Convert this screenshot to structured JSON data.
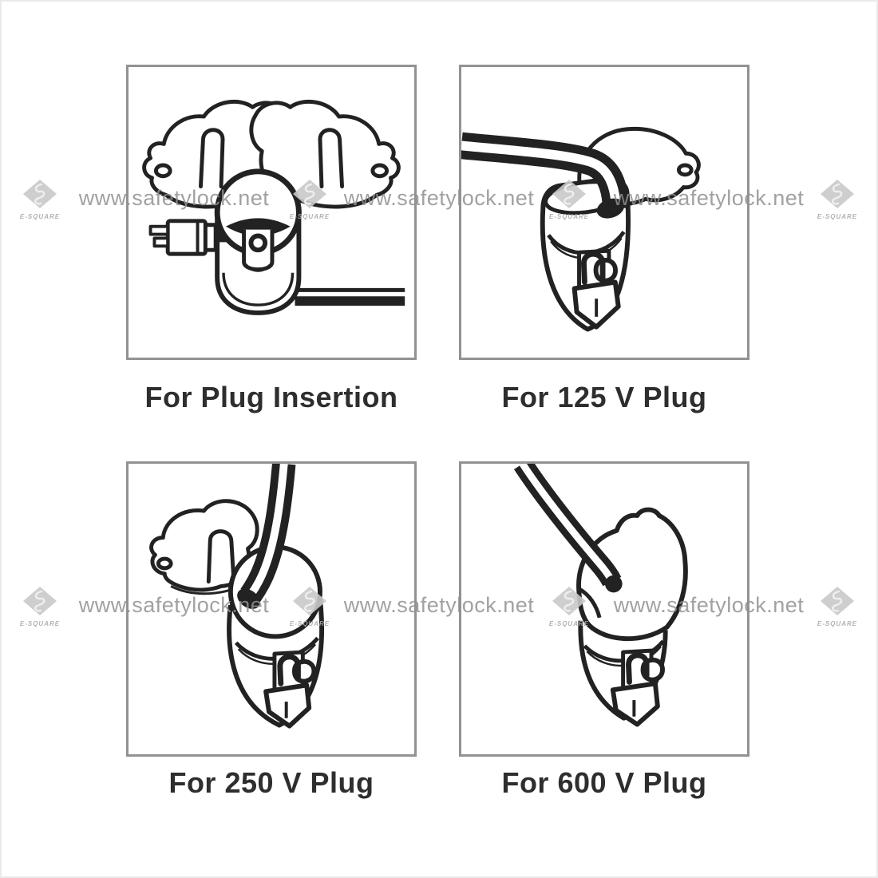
{
  "page": {
    "background": "#ffffff",
    "kind": "product-instruction-diagram",
    "subject": "electrical plug lockout device usage"
  },
  "brand": {
    "watermark_text": "www.safetylock.net",
    "logo_text": "E-SQUARE"
  },
  "colors": {
    "line_art": "#222222",
    "panel_border": "#929292",
    "caption_text": "#2e2e2e",
    "watermark_text": "#a9a9a9",
    "logo_diamond": "#c9c9c9"
  },
  "panels": [
    {
      "id": "plug-insertion",
      "caption": "For Plug Insertion",
      "illustration": "plug-lockout-open-halves-with-plug-being-inserted"
    },
    {
      "id": "plug-125v",
      "caption": "For 125 V Plug",
      "illustration": "plug-lockout-closed-padlocked-cord-from-left"
    },
    {
      "id": "plug-250v",
      "caption": "For 250 V Plug",
      "illustration": "plug-lockout-lid-open-padlocked-cord-from-top"
    },
    {
      "id": "plug-600v",
      "caption": "For 600 V Plug",
      "illustration": "plug-lockout-closed-padlocked-cord-from-top-left"
    }
  ]
}
